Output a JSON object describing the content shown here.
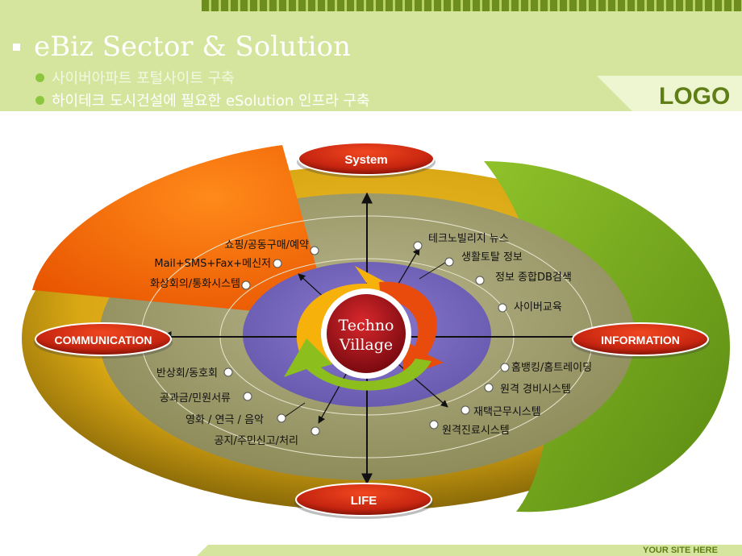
{
  "header": {
    "title": "eBiz Sector & Solution",
    "bullets": [
      "사이버아파트 포털사이트 구축",
      "하이테크 도시건설에 필요한 eSolution   인프라 구축"
    ],
    "logo": "LOGO"
  },
  "diagram": {
    "center": [
      "Techno",
      "Village"
    ],
    "axes": {
      "top": "System",
      "left": "COMMUNICATION",
      "right": "INFORMATION",
      "bottom": "LIFE"
    },
    "communication_items": [
      "쇼핑/공동구매/예약",
      "Mail+SMS+Fax+메신저",
      "화상회의/통화시스템"
    ],
    "system_items": [
      "테크노빌리지 뉴스",
      "생활토탈 정보",
      "정보 종합DB검색",
      "사이버교육"
    ],
    "information_items": [
      "홈뱅킹/홈트레이딩",
      "원격 경비시스템",
      "재택근무시스템",
      "원격진료시스템"
    ],
    "life_items": [
      "반상회/동호회",
      "공과금/민원서류",
      "영화 / 연극 / 음악",
      "공지/주민신고/처리"
    ]
  },
  "footer": {
    "site": "YOUR SITE HERE"
  },
  "colors": {
    "brand_green": "#5f7f16",
    "header_band": "#d6e59d",
    "orange_segment": "#ff6a00",
    "green_segment": "#7dad1c",
    "label_red": "#c62510"
  }
}
